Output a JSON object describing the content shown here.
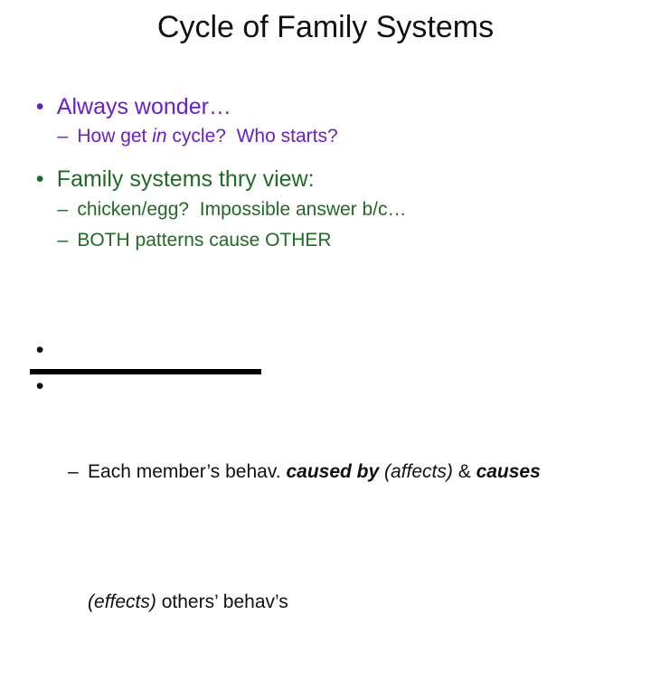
{
  "colors": {
    "title": "#111111",
    "purple": "#6A20C8",
    "green": "#1F6B24",
    "body": "#111111"
  },
  "slide": {
    "title": "Cycle of Family Systems",
    "markers": {
      "bullet": "•",
      "dash": "–"
    },
    "bullets": {
      "always_wonder": "Always wonder…",
      "how_get": {
        "pre": "How get ",
        "italic": "in",
        "post": " cycle?  Who starts?"
      },
      "family_systems": "Family systems thry view:",
      "chicken_egg": "chicken/egg?  Impossible answer b/c…",
      "both_patterns": "BOTH patterns cause OTHER",
      "empty_bullet_1": "",
      "empty_bullet_2": "",
      "each_member": {
        "line1": {
          "plain1": "Each member’s behav. ",
          "bolditalic1": "caused by",
          "italic1": " (affects)",
          "plain2": " & ",
          "bolditalic2": "causes"
        },
        "line2": {
          "italic1": "(effects)",
          "plain1": " others’ behav’s"
        }
      }
    }
  }
}
